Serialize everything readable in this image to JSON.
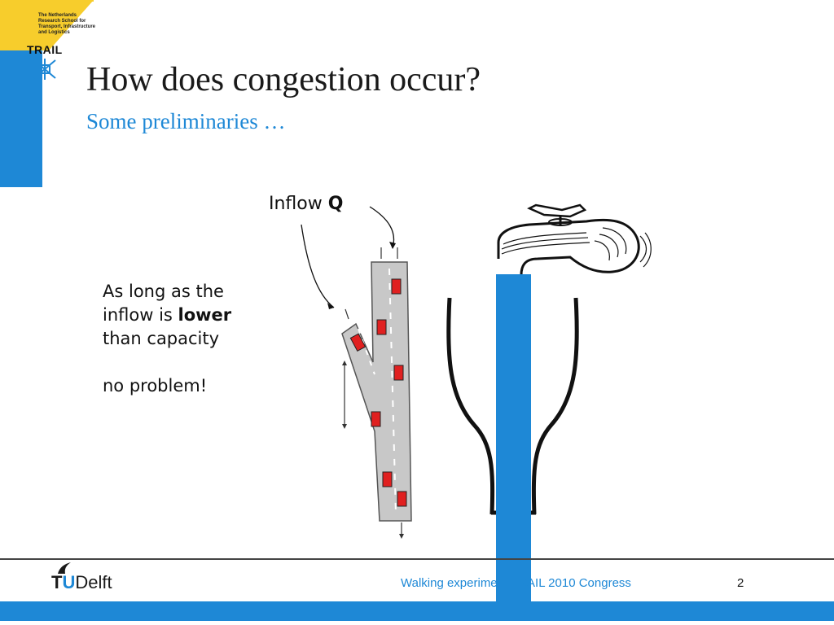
{
  "logo": {
    "org_lines": [
      "The Netherlands",
      "Research School for",
      "Transport, Infrastructure",
      "and Logistics"
    ],
    "name": "TRAIL"
  },
  "slide": {
    "title": "How does congestion occur?",
    "subtitle": "Some preliminaries …"
  },
  "diagram": {
    "inflow_label": "Inflow ",
    "inflow_symbol": "Q"
  },
  "body": {
    "line1": "As long as the",
    "line2_pre": "inflow is ",
    "line2_bold": "lower",
    "line3": "than capacity",
    "line4": "no problem!"
  },
  "footer": {
    "logo_t": "T",
    "logo_u": "U",
    "logo_delft": "Delft",
    "text": "Walking experiment TRAIL 2010 Congress",
    "page": "2"
  },
  "colors": {
    "accent_blue": "#1e88d6",
    "logo_yellow": "#f7cd2c",
    "car_red": "#e02020"
  }
}
